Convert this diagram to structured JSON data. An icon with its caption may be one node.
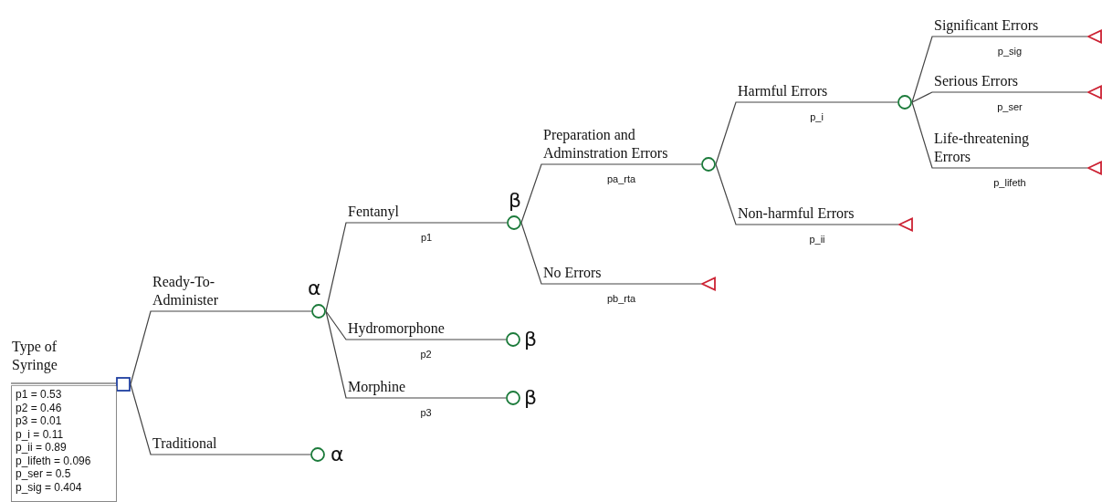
{
  "diagram": {
    "nodes": [
      {
        "text": [],
        "shape": "box"
      },
      {
        "text": [
          "p1 = 0.53",
          "p2 = 0.46",
          "p3 = 0.01",
          "p_i = 0.11",
          "p_ii = 0.89",
          "p_lifeth = 0.096",
          "p_ser = 0.5",
          "p_sig = 0.404"
        ]
      },
      {
        "text": [],
        "shape": "circle",
        "beside": [
          "α"
        ]
      },
      {
        "text": [],
        "shape": "circle",
        "beside": [
          "α"
        ]
      },
      {
        "text": [],
        "shape": "circle",
        "beside": [
          "β"
        ]
      },
      {
        "text": [],
        "shape": "circle",
        "beside": [
          "β"
        ]
      },
      {
        "text": [],
        "shape": "circle",
        "beside": [
          "β"
        ]
      },
      {
        "text": [],
        "shape": "circle"
      },
      {
        "text": [],
        "shape": "triangle"
      },
      {
        "text": [],
        "shape": "circle"
      },
      {
        "text": [],
        "shape": "triangle"
      },
      {
        "text": [],
        "shape": "triangle"
      },
      {
        "text": [],
        "shape": "triangle"
      },
      {
        "text": [],
        "shape": "triangle"
      }
    ],
    "edges": [
      {
        "from": 1,
        "to": 0,
        "arrow": "none"
      },
      {
        "from": 0,
        "to": 2,
        "arrow": "none",
        "label": "Ready-To-Administer"
      },
      {
        "from": 0,
        "to": 3,
        "arrow": "none",
        "label": "Traditional"
      },
      {
        "from": 2,
        "to": 4,
        "arrow": "none",
        "label": "Fentanyl"
      },
      {
        "from": 2,
        "to": 5,
        "arrow": "none",
        "label": "Hydromorphone"
      },
      {
        "from": 2,
        "to": 6,
        "arrow": "none",
        "label": "Morphine"
      },
      {
        "from": 4,
        "to": 7,
        "arrow": "none",
        "label": "Preparation and Adminstration Errors"
      },
      {
        "from": 4,
        "to": 8,
        "arrow": "none",
        "label": "No Errors"
      },
      {
        "from": 7,
        "to": 9,
        "arrow": "none",
        "label": "Harmful Errors"
      },
      {
        "from": 7,
        "to": 10,
        "arrow": "none",
        "label": "Non-harmful Errors"
      },
      {
        "from": 9,
        "to": 11,
        "arrow": "none",
        "label": "Significant Errors"
      },
      {
        "from": 9,
        "to": 12,
        "arrow": "none",
        "label": "Serious Errors"
      },
      {
        "from": 9,
        "to": 13,
        "arrow": "none",
        "label": "Life-threatening Errors"
      }
    ],
    "labels": [
      "Type of Syringe",
      "p1",
      "p2",
      "p3",
      "pa_rta",
      "pb_rta",
      "p_i",
      "p_ii",
      "p_sig",
      "p_ser",
      "p_lifeth"
    ]
  }
}
